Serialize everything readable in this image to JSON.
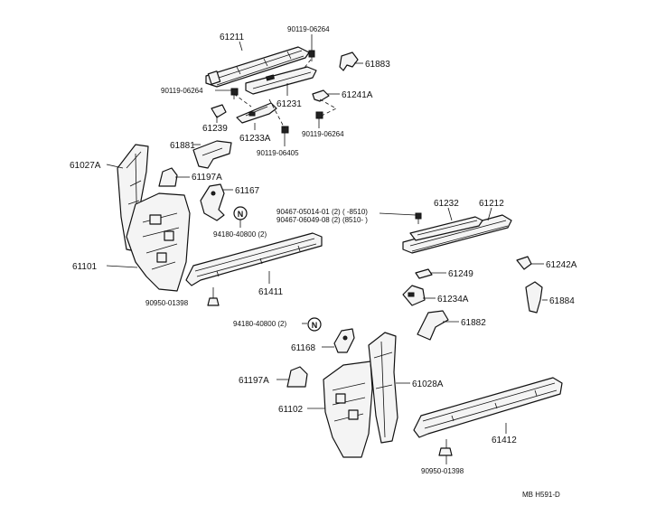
{
  "labels": {
    "p61211": "61211",
    "p90119_06264_a": "90119-06264",
    "p61883": "61883",
    "p90119_06264_b": "90119-06264",
    "p61231": "61231",
    "p61241A": "61241A",
    "p61239": "61239",
    "p61233A": "61233A",
    "p90119_06264_c": "90119-06264",
    "p90119_06405": "90119-06405",
    "p61881": "61881",
    "p61027A": "61027A",
    "p61197A_a": "61197A",
    "p61167": "61167",
    "p94180_40800_a": "94180-40800 (2)",
    "p61232": "61232",
    "p61212": "61212",
    "p90467_a": "90467-05014-01 (2) (      -8510)",
    "p90467_b": "90467-06049-08 (2) (8510-      )",
    "p61101": "61101",
    "p61411": "61411",
    "p61249": "61249",
    "p61242A": "61242A",
    "p90950_01398_a": "90950-01398",
    "p61234A": "61234A",
    "p61884": "61884",
    "p94180_40800_b": "94180-40800 (2)",
    "p61882": "61882",
    "p61168": "61168",
    "p61197A_b": "61197A",
    "p61028A": "61028A",
    "p61102": "61102",
    "p61412": "61412",
    "p90950_01398_b": "90950-01398"
  },
  "note_symbol": "N",
  "footer_code": "MB  H591-D"
}
